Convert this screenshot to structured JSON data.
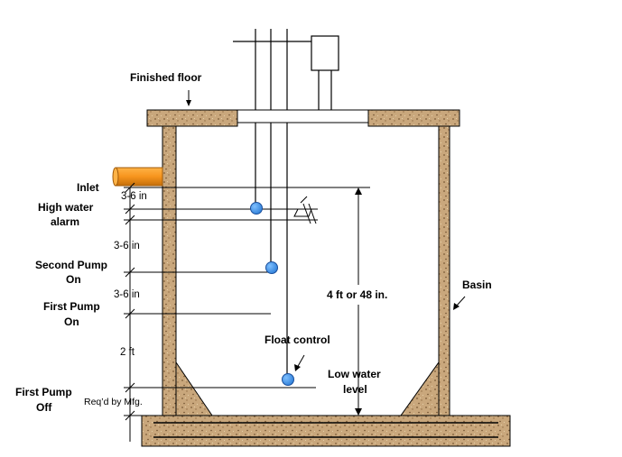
{
  "labels": {
    "finished_floor": "Finished floor",
    "inlet": "Inlet",
    "high_water_alarm_1": "High water",
    "high_water_alarm_2": "alarm",
    "second_pump_1": "Second Pump",
    "second_pump_2": "On",
    "first_pump_on_1": "First Pump",
    "first_pump_on_2": "On",
    "first_pump_off_1": "First Pump",
    "first_pump_off_2": "Off",
    "gap_inlet_alarm": "3-6 in",
    "gap_alarm_second": "3-6 in",
    "gap_second_first": "3-6 in",
    "gap_first_off": "2 ft",
    "gap_bottom": "Req’d by Mfg.",
    "depth": "4 ft or 48 in.",
    "float_control": "Float control",
    "low_water_1": "Low water",
    "low_water_2": "level",
    "basin": "Basin"
  },
  "colors": {
    "concrete_base": "#c9a77c",
    "concrete_speck": "#7a5a36",
    "inlet_pipe": "#f7941d",
    "inlet_pipe_dark": "#c46f0a",
    "float_ball": "#3c8ee8",
    "float_ball_edge": "#1a4f9c"
  }
}
